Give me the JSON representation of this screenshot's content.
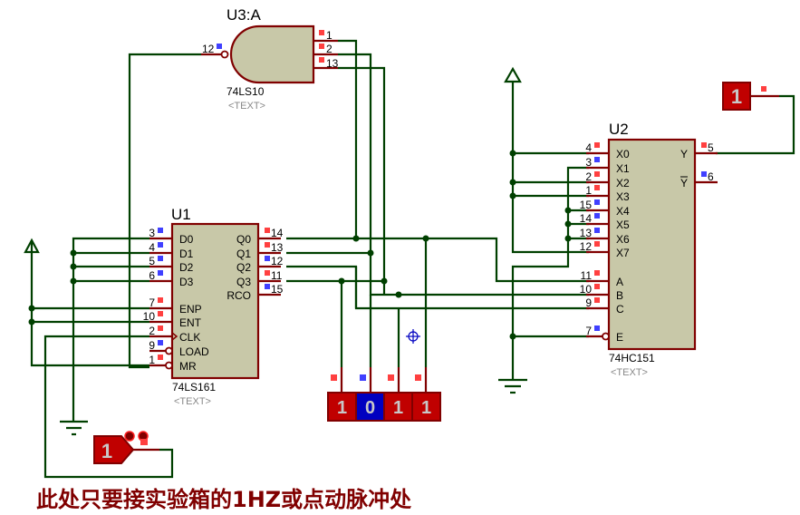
{
  "colors": {
    "wire": "#004000",
    "pin": "#800000",
    "chip_body": "#c8c8a8",
    "state_high": "#ff4040",
    "state_low": "#4040ff",
    "logic_state_high": "#c00000",
    "logic_state_low": "#0000c0",
    "caption": "#800000"
  },
  "u3": {
    "ref": "U3:A",
    "part": "74LS10",
    "text_placeholder": "<TEXT>",
    "pins": {
      "in1": "1",
      "in2": "2",
      "in3": "13",
      "out": "12"
    }
  },
  "u1": {
    "ref": "U1",
    "part": "74LS161",
    "text_placeholder": "<TEXT>",
    "left_pins": [
      {
        "num": "3",
        "label": "D0",
        "state": "low"
      },
      {
        "num": "4",
        "label": "D1",
        "state": "low"
      },
      {
        "num": "5",
        "label": "D2",
        "state": "low"
      },
      {
        "num": "6",
        "label": "D3",
        "state": "low"
      },
      {
        "num": "7",
        "label": "ENP",
        "state": "high"
      },
      {
        "num": "10",
        "label": "ENT",
        "state": "high"
      },
      {
        "num": "2",
        "label": "CLK",
        "state": "high"
      },
      {
        "num": "9",
        "label": "LOAD",
        "state": "low"
      },
      {
        "num": "1",
        "label": "MR",
        "state": "high"
      }
    ],
    "right_pins": [
      {
        "num": "14",
        "label": "Q0",
        "state": "high"
      },
      {
        "num": "13",
        "label": "Q1",
        "state": "high"
      },
      {
        "num": "12",
        "label": "Q2",
        "state": "low"
      },
      {
        "num": "11",
        "label": "Q3",
        "state": "high"
      },
      {
        "num": "15",
        "label": "RCO",
        "state": "low"
      }
    ]
  },
  "u2": {
    "ref": "U2",
    "part": "74HC151",
    "text_placeholder": "<TEXT>",
    "left_pins": [
      {
        "num": "4",
        "label": "X0",
        "state": "high"
      },
      {
        "num": "3",
        "label": "X1",
        "state": "low"
      },
      {
        "num": "2",
        "label": "X2",
        "state": "high"
      },
      {
        "num": "1",
        "label": "X3",
        "state": "high"
      },
      {
        "num": "15",
        "label": "X4",
        "state": "low"
      },
      {
        "num": "14",
        "label": "X5",
        "state": "low"
      },
      {
        "num": "13",
        "label": "X6",
        "state": "low"
      },
      {
        "num": "12",
        "label": "X7",
        "state": "high"
      },
      {
        "num": "11",
        "label": "A",
        "state": "high"
      },
      {
        "num": "10",
        "label": "B",
        "state": "high"
      },
      {
        "num": "9",
        "label": "C",
        "state": "high"
      },
      {
        "num": "7",
        "label": "E",
        "state": "low"
      }
    ],
    "right_pins": [
      {
        "num": "5",
        "label": "Y",
        "state": "high"
      },
      {
        "num": "6",
        "label": "Y",
        "state": "low"
      }
    ]
  },
  "logic_probe_output": {
    "value": "1"
  },
  "logic_state_input": {
    "value": "1"
  },
  "probe_display": [
    {
      "value": "1",
      "state": "high"
    },
    {
      "value": "0",
      "state": "low"
    },
    {
      "value": "1",
      "state": "high"
    },
    {
      "value": "1",
      "state": "high"
    }
  ],
  "caption": "此处只要接实验箱的1HZ或点动脉冲处"
}
